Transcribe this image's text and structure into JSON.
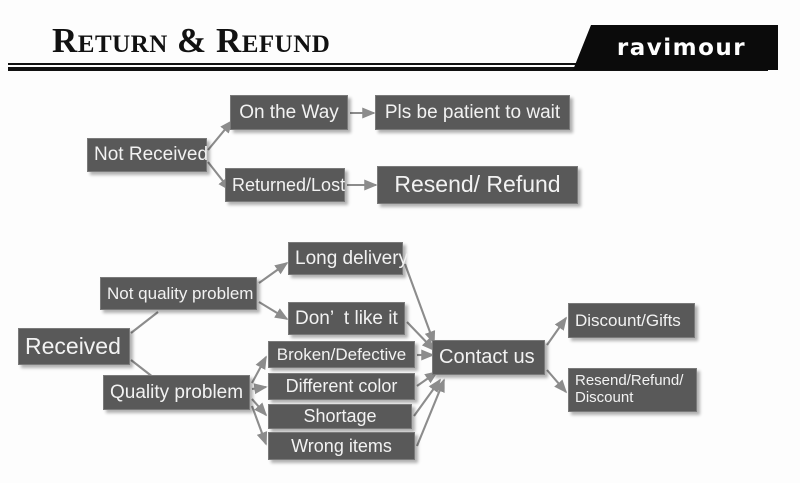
{
  "header": {
    "title": "Return & Refund",
    "logo": "ravimour"
  },
  "colors": {
    "background": "#fdfdfd",
    "node_fill": "#595959",
    "node_border": "#7a7a7a",
    "node_text": "#f2f2f2",
    "connector": "#8c8c8c",
    "header_text": "#111111",
    "logo_plate": "#0b0b0b",
    "logo_text": "#ffffff"
  },
  "diagram": {
    "type": "flowchart",
    "branches": [
      {
        "id": "not-received",
        "root": "Not Received",
        "paths": [
          {
            "condition": "On the Way",
            "outcome": "Pls be patient to wait"
          },
          {
            "condition": "Returned/Lost",
            "outcome": "Resend/ Refund"
          }
        ]
      },
      {
        "id": "received",
        "root": "Received",
        "categories": [
          {
            "label": "Not quality problem",
            "reasons": [
              "Long delivery",
              "Don’  t like it"
            ]
          },
          {
            "label": "Quality problem",
            "reasons": [
              "Broken/Defective",
              "Different color",
              "Shortage",
              "Wrong items"
            ]
          }
        ],
        "action": "Contact us",
        "resolutions": [
          "Discount/Gifts",
          "Resend/Refund/\nDiscount"
        ]
      }
    ]
  },
  "nodes": {
    "not_received": "Not Received",
    "on_the_way": "On the Way",
    "pls_be_patient": "Pls be patient to wait",
    "returned_lost": "Returned/Lost",
    "resend_refund": "Resend/ Refund",
    "received": "Received",
    "not_quality_problem": "Not quality problem",
    "quality_problem": "Quality problem",
    "long_delivery": "Long delivery",
    "dont_like_it": "Don’  t like it",
    "broken_defective": "Broken/Defective",
    "different_color": "Different color",
    "shortage": "Shortage",
    "wrong_items": "Wrong items",
    "contact_us": "Contact us",
    "discount_gifts": "Discount/Gifts",
    "resend_refund_discount": "Resend/Refund/\nDiscount"
  }
}
